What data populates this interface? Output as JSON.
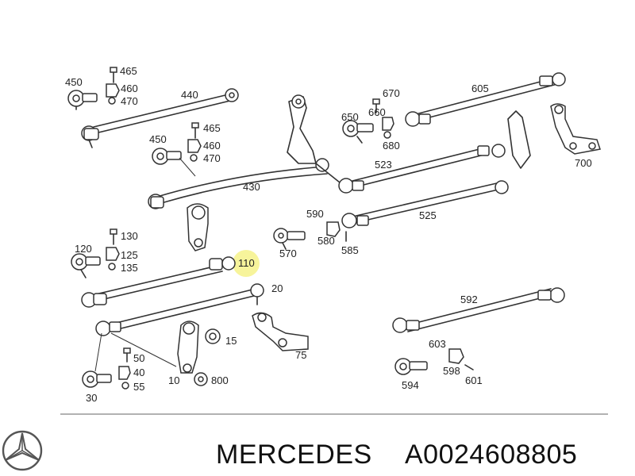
{
  "highlight": {
    "part": "110",
    "color": "#f4f07a"
  },
  "caption": {
    "brand": "MERCEDES",
    "part_number": "A0024608805"
  },
  "labels": [
    {
      "id": "465a",
      "text": "465"
    },
    {
      "id": "450a",
      "text": "450"
    },
    {
      "id": "460a",
      "text": "460"
    },
    {
      "id": "470a",
      "text": "470"
    },
    {
      "id": "440",
      "text": "440"
    },
    {
      "id": "465b",
      "text": "465"
    },
    {
      "id": "450b",
      "text": "450"
    },
    {
      "id": "460b",
      "text": "460"
    },
    {
      "id": "470b",
      "text": "470"
    },
    {
      "id": "430",
      "text": "430"
    },
    {
      "id": "670",
      "text": "670"
    },
    {
      "id": "660",
      "text": "660"
    },
    {
      "id": "650",
      "text": "650"
    },
    {
      "id": "680",
      "text": "680"
    },
    {
      "id": "605",
      "text": "605"
    },
    {
      "id": "700",
      "text": "700"
    },
    {
      "id": "523",
      "text": "523"
    },
    {
      "id": "590",
      "text": "590"
    },
    {
      "id": "525",
      "text": "525"
    },
    {
      "id": "580",
      "text": "580"
    },
    {
      "id": "585",
      "text": "585"
    },
    {
      "id": "570",
      "text": "570"
    },
    {
      "id": "120",
      "text": "120"
    },
    {
      "id": "130",
      "text": "130"
    },
    {
      "id": "125",
      "text": "125"
    },
    {
      "id": "135",
      "text": "135"
    },
    {
      "id": "110",
      "text": "110"
    },
    {
      "id": "20",
      "text": "20"
    },
    {
      "id": "15",
      "text": "15"
    },
    {
      "id": "75",
      "text": "75"
    },
    {
      "id": "50",
      "text": "50"
    },
    {
      "id": "40",
      "text": "40"
    },
    {
      "id": "55",
      "text": "55"
    },
    {
      "id": "10",
      "text": "10"
    },
    {
      "id": "800",
      "text": "800"
    },
    {
      "id": "30",
      "text": "30"
    },
    {
      "id": "592",
      "text": "592"
    },
    {
      "id": "603",
      "text": "603"
    },
    {
      "id": "598",
      "text": "598"
    },
    {
      "id": "601",
      "text": "601"
    },
    {
      "id": "594",
      "text": "594"
    }
  ]
}
